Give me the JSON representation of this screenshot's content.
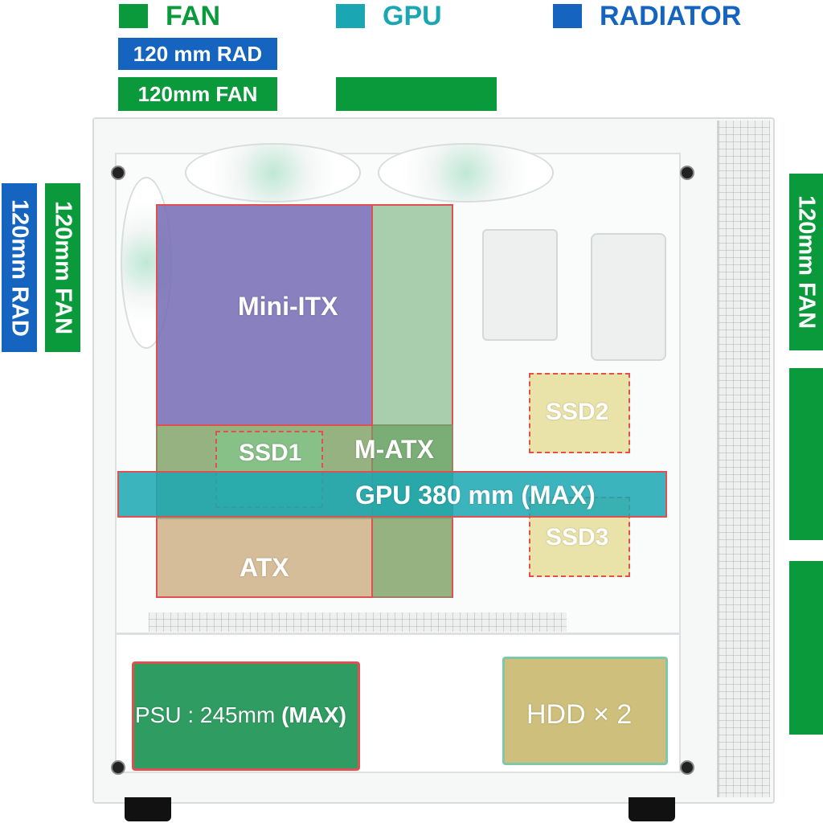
{
  "legend": [
    {
      "label": "FAN",
      "color": "#0b9a3b"
    },
    {
      "label": "GPU",
      "color": "#1aa7b3"
    },
    {
      "label": "RADIATOR",
      "color": "#1565c0"
    }
  ],
  "top_labels": {
    "rad": "120 mm RAD",
    "fan": "120mm FAN"
  },
  "left_labels": {
    "rad": "120mm RAD",
    "fan": "120mm FAN"
  },
  "right_labels": {
    "fan": "120mm FAN"
  },
  "zones": {
    "mini_itx": "Mini-ITX",
    "m_atx": "M-ATX",
    "atx": "ATX",
    "ssd1": "SSD1",
    "ssd2": "SSD2",
    "ssd3": "SSD3",
    "gpu": "GPU  380 mm (MAX)",
    "psu_prefix": "PSU :  245mm ",
    "psu_max": "(MAX)",
    "hdd": "HDD × 2"
  },
  "colors": {
    "fan_green": "#0b9a3b",
    "gpu_teal": "#1aa7b3",
    "rad_blue": "#1565c0",
    "mini_itx_purple": "#7b72b8",
    "atx_tan": "#c9a878",
    "ssd_yellow": "#e8e0a0",
    "outline_red": "#e05050"
  }
}
